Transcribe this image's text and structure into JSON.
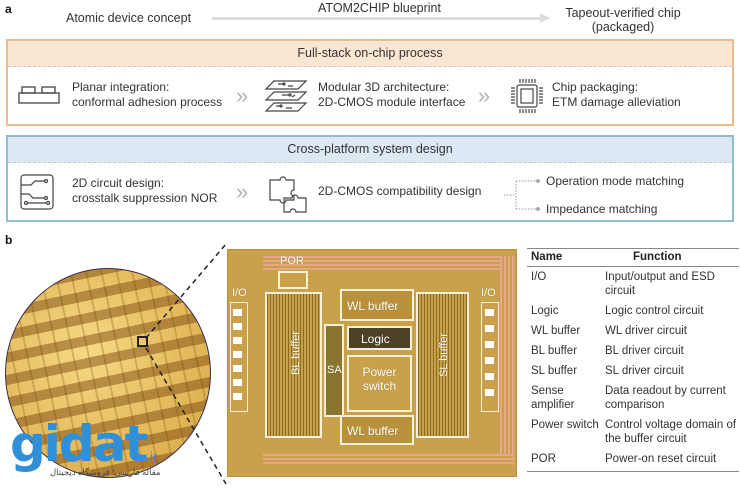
{
  "panel_a": {
    "label": "a",
    "timeline": {
      "start": "Atomic device concept",
      "middle": "ATOM2CHIP blueprint",
      "end_line1": "Tapeout-verified chip",
      "end_line2": "(packaged)"
    },
    "process_box": {
      "title": "Full-stack on-chip process",
      "accent": "#f0b98a",
      "steps": [
        {
          "icon": "planar-blocks-icon",
          "line1": "Planar integration:",
          "line2": "conformal adhesion process"
        },
        {
          "icon": "stacked-layers-icon",
          "line1": "Modular 3D architecture:",
          "line2": "2D-CMOS module interface"
        },
        {
          "icon": "chip-package-icon",
          "line1": "Chip packaging:",
          "line2": "ETM damage alleviation"
        }
      ]
    },
    "design_box": {
      "title": "Cross-platform system design",
      "accent": "#8fbfcc",
      "steps": [
        {
          "icon": "circuit-board-icon",
          "line1": "2D circuit design:",
          "line2": "crosstalk suppression NOR"
        },
        {
          "icon": "puzzle-icon",
          "line1": "2D-CMOS compatibility design"
        }
      ],
      "branches": [
        "Operation mode matching",
        "Impedance matching"
      ]
    },
    "separator": "»"
  },
  "panel_b": {
    "label": "b",
    "chip_labels": {
      "por": "POR",
      "io_left": "I/O",
      "io_right": "I/O",
      "wl_top": "WL buffer",
      "wl_bottom": "WL buffer",
      "logic": "Logic",
      "sa": "SA",
      "power_line1": "Power",
      "power_line2": "switch",
      "bl": "BL buffer",
      "sl": "SL buffer"
    },
    "table": {
      "headers": [
        "Name",
        "Function"
      ],
      "rows": [
        {
          "name": "I/O",
          "function": "Input/output and ESD circuit"
        },
        {
          "name": "Logic",
          "function": "Logic control circuit"
        },
        {
          "name": "WL buffer",
          "function": "WL driver circuit"
        },
        {
          "name": "BL buffer",
          "function": "BL driver circuit"
        },
        {
          "name": "SL buffer",
          "function": "SL driver circuit"
        },
        {
          "name": "Sense amplifier",
          "function": "Data readout by current comparison"
        },
        {
          "name": "Power switch",
          "function": "Control voltage domain of the buffer circuit"
        },
        {
          "name": "POR",
          "function": "Power-on reset circuit"
        }
      ]
    }
  },
  "watermark": {
    "brand": "gidat",
    "tld": ".ir",
    "subtitle": "مقاله فارسی؛ فروشگاه دیجیتال"
  }
}
